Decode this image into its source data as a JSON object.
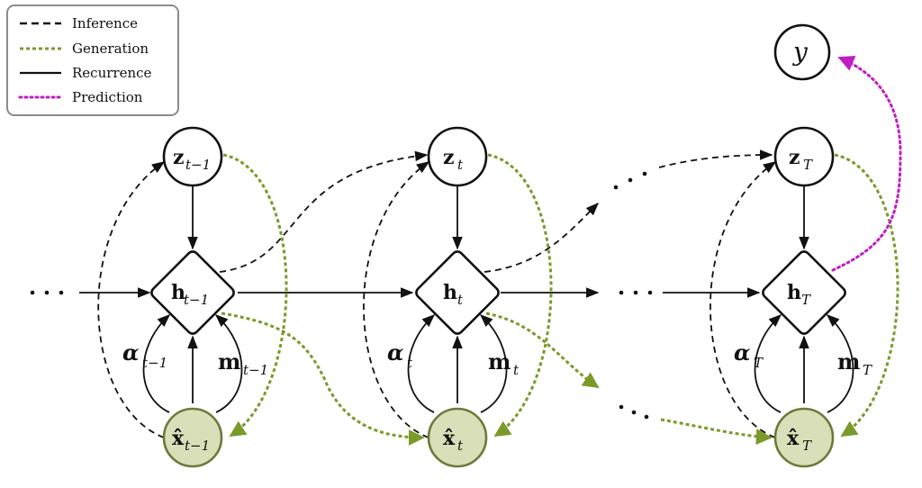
{
  "legend": {
    "items": [
      {
        "label": "Inference",
        "style": "dashed-black"
      },
      {
        "label": "Generation",
        "style": "dashed-green"
      },
      {
        "label": "Recurrence",
        "style": "solid-black"
      },
      {
        "label": "Prediction",
        "style": "dotted-magenta"
      }
    ]
  },
  "colors": {
    "generation": "#7a9a2a",
    "prediction": "#c01ec0",
    "observed_fill": "#d9dfb8",
    "observed_stroke": "#6b7a3a",
    "recurrence": "#111111"
  },
  "steps": [
    {
      "z": "z",
      "z_sub": "t−1",
      "h": "h",
      "h_sub": "t−1",
      "x": "x̂",
      "x_sub": "t−1",
      "alpha": "α",
      "alpha_sub": "t−1",
      "m": "m",
      "m_sub": "t−1"
    },
    {
      "z": "z",
      "z_sub": "t",
      "h": "h",
      "h_sub": "t",
      "x": "x̂",
      "x_sub": "t",
      "alpha": "α",
      "alpha_sub": "t",
      "m": "m",
      "m_sub": "t"
    },
    {
      "z": "z",
      "z_sub": "T",
      "h": "h",
      "h_sub": "T",
      "x": "x̂",
      "x_sub": "T",
      "alpha": "α",
      "alpha_sub": "T",
      "m": "m",
      "m_sub": "T"
    }
  ],
  "output": {
    "label": "y"
  }
}
